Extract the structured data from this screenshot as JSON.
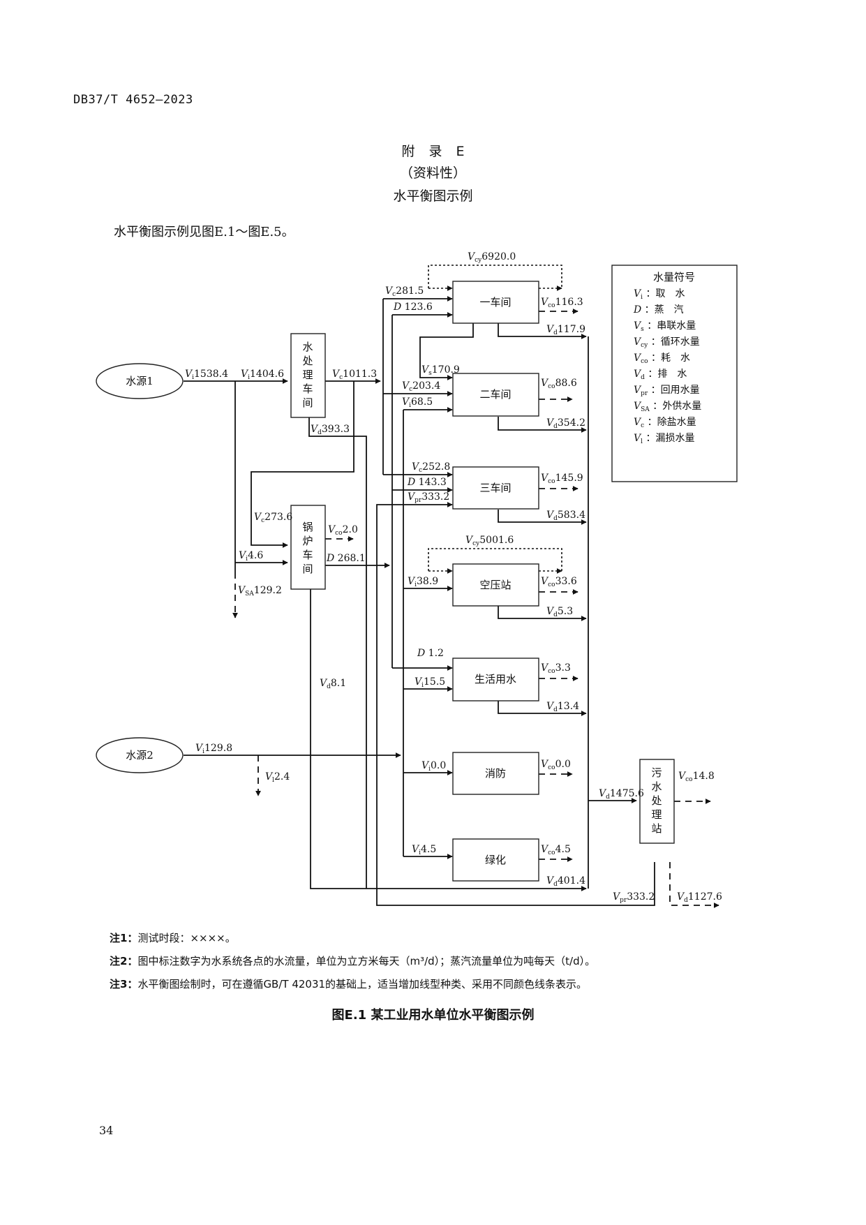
{
  "header": {
    "std_code": "DB37/T 4652—2023"
  },
  "appendix": {
    "title": "附 录 E",
    "nature": "（资料性）",
    "heading": "水平衡图示例",
    "intro": "水平衡图示例见图E.1～图E.5。"
  },
  "diagram": {
    "sources": [
      {
        "id": "src1",
        "label": "水源1"
      },
      {
        "id": "src2",
        "label": "水源2"
      }
    ],
    "units": {
      "water_treatment": [
        "水",
        "处",
        "理",
        "车",
        "间"
      ],
      "boiler": [
        "锅",
        "炉",
        "车",
        "间"
      ],
      "workshop1": "一车间",
      "workshop2": "二车间",
      "workshop3": "三车间",
      "air_compressor": "空压站",
      "domestic": "生活用水",
      "fire": "消防",
      "greening": "绿化",
      "sewage": [
        "污",
        "水",
        "处",
        "理",
        "站"
      ]
    },
    "flows": {
      "src1_intake": {
        "sym": "V",
        "sub": "i",
        "value": "1538.4"
      },
      "wt_intake": {
        "sym": "V",
        "sub": "i",
        "value": "1404.6"
      },
      "wt_desalt": {
        "sym": "V",
        "sub": "c",
        "value": "1011.3"
      },
      "wt_drain": {
        "sym": "V",
        "sub": "d",
        "value": "393.3"
      },
      "boiler_desalt": {
        "sym": "V",
        "sub": "c",
        "value": "273.6"
      },
      "boiler_intake": {
        "sym": "V",
        "sub": "i",
        "value": "4.6"
      },
      "boiler_consume": {
        "sym": "V",
        "sub": "co",
        "value": "2.0"
      },
      "boiler_steam": {
        "sym": "D",
        "sub": "",
        "value": "268.1"
      },
      "external_supply": {
        "sym": "V",
        "sub": "SA",
        "value": "129.2"
      },
      "boiler_drain": {
        "sym": "V",
        "sub": "d",
        "value": "8.1"
      },
      "w1_cycle": {
        "sym": "V",
        "sub": "cy",
        "value": "6920.0"
      },
      "w1_desalt": {
        "sym": "V",
        "sub": "c",
        "value": "281.5"
      },
      "w1_steam": {
        "sym": "D",
        "sub": "",
        "value": "123.6"
      },
      "w1_consume": {
        "sym": "V",
        "sub": "co",
        "value": "116.3"
      },
      "w1_drain": {
        "sym": "V",
        "sub": "d",
        "value": "117.9"
      },
      "w2_series": {
        "sym": "V",
        "sub": "s",
        "value": "170.9"
      },
      "w2_desalt": {
        "sym": "V",
        "sub": "c",
        "value": "203.4"
      },
      "w2_intake": {
        "sym": "V",
        "sub": "i",
        "value": "68.5"
      },
      "w2_consume": {
        "sym": "V",
        "sub": "co",
        "value": "88.6"
      },
      "w2_drain": {
        "sym": "V",
        "sub": "d",
        "value": "354.2"
      },
      "w3_desalt": {
        "sym": "V",
        "sub": "c",
        "value": "252.8"
      },
      "w3_steam": {
        "sym": "D",
        "sub": "",
        "value": "143.3"
      },
      "w3_reuse": {
        "sym": "V",
        "sub": "pr",
        "value": "333.2"
      },
      "w3_consume": {
        "sym": "V",
        "sub": "co",
        "value": "145.9"
      },
      "w3_drain": {
        "sym": "V",
        "sub": "d",
        "value": "583.4"
      },
      "ac_cycle": {
        "sym": "V",
        "sub": "cy",
        "value": "5001.6"
      },
      "ac_intake": {
        "sym": "V",
        "sub": "i",
        "value": "38.9"
      },
      "ac_consume": {
        "sym": "V",
        "sub": "co",
        "value": "33.6"
      },
      "ac_drain": {
        "sym": "V",
        "sub": "d",
        "value": "5.3"
      },
      "dom_steam": {
        "sym": "D",
        "sub": "",
        "value": "1.2"
      },
      "dom_intake": {
        "sym": "V",
        "sub": "i",
        "value": "15.5"
      },
      "dom_consume": {
        "sym": "V",
        "sub": "co",
        "value": "3.3"
      },
      "dom_drain": {
        "sym": "V",
        "sub": "d",
        "value": "13.4"
      },
      "src2_intake": {
        "sym": "V",
        "sub": "i",
        "value": "129.8"
      },
      "src2_leak": {
        "sym": "V",
        "sub": "l",
        "value": "2.4"
      },
      "fire_intake": {
        "sym": "V",
        "sub": "i",
        "value": "0.0"
      },
      "fire_consume": {
        "sym": "V",
        "sub": "co",
        "value": "0.0"
      },
      "green_intake": {
        "sym": "V",
        "sub": "i",
        "value": "4.5"
      },
      "green_consume": {
        "sym": "V",
        "sub": "co",
        "value": "4.5"
      },
      "total_drain": {
        "sym": "V",
        "sub": "d",
        "value": "1475.6"
      },
      "sewage_consume": {
        "sym": "V",
        "sub": "co",
        "value": "14.8"
      },
      "bottom_drain": {
        "sym": "V",
        "sub": "d",
        "value": "401.4"
      },
      "sewage_reuse": {
        "sym": "V",
        "sub": "pr",
        "value": "333.2"
      },
      "sewage_discharge": {
        "sym": "V",
        "sub": "d",
        "value": "1127.6"
      }
    },
    "legend": {
      "title": "水量符号",
      "items": [
        {
          "sym": "V",
          "sub": "i",
          "text": "：取　水"
        },
        {
          "sym": "D",
          "sub": "",
          "text": "：蒸　汽"
        },
        {
          "sym": "V",
          "sub": "s",
          "text": "：串联水量"
        },
        {
          "sym": "V",
          "sub": "cy",
          "text": "：循环水量"
        },
        {
          "sym": "V",
          "sub": "co",
          "text": "：耗　水"
        },
        {
          "sym": "V",
          "sub": "d",
          "text": "：排　水"
        },
        {
          "sym": "V",
          "sub": "pr",
          "text": "：回用水量"
        },
        {
          "sym": "V",
          "sub": "SA",
          "text": "：外供水量"
        },
        {
          "sym": "V",
          "sub": "c",
          "text": "：除盐水量"
        },
        {
          "sym": "V",
          "sub": "l",
          "text": "：漏损水量"
        }
      ]
    }
  },
  "notes": [
    {
      "label": "注1：",
      "text": "测试时段：××××。"
    },
    {
      "label": "注2：",
      "text": "图中标注数字为水系统各点的水流量，单位为立方米每天（m³/d）；蒸汽流量单位为吨每天（t/d）。"
    },
    {
      "label": "注3：",
      "text": "水平衡图绘制时，可在遵循GB/T 42031的基础上，适当增加线型种类、采用不同颜色线条表示。"
    }
  ],
  "caption": "图E.1 某工业用水单位水平衡图示例",
  "page_number": "34"
}
